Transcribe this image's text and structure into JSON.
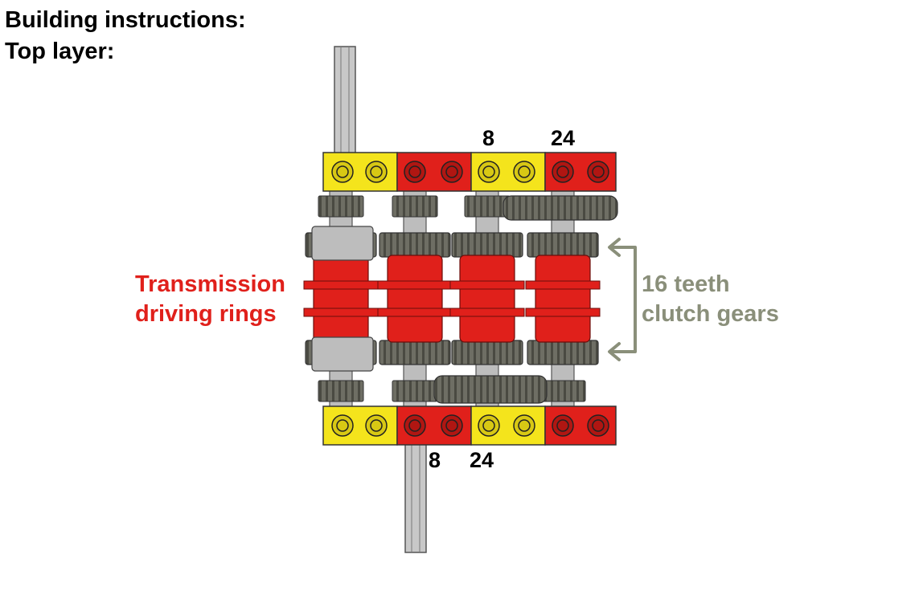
{
  "title": {
    "line1": "Building instructions:",
    "line2": "Top layer:"
  },
  "top_labels": [
    "8",
    "24"
  ],
  "bottom_labels": [
    "8",
    "24"
  ],
  "left_label": {
    "line1": "Transmission",
    "line2": "driving rings"
  },
  "right_label": {
    "line1": "16 teeth",
    "line2": "clutch gears"
  },
  "colors": {
    "red": "#e0201b",
    "yellow": "#f4e41c",
    "gear_gray": "#6e6e64",
    "light_gray": "#bdbdbd",
    "annotation_gray": "#8a8f7a"
  }
}
